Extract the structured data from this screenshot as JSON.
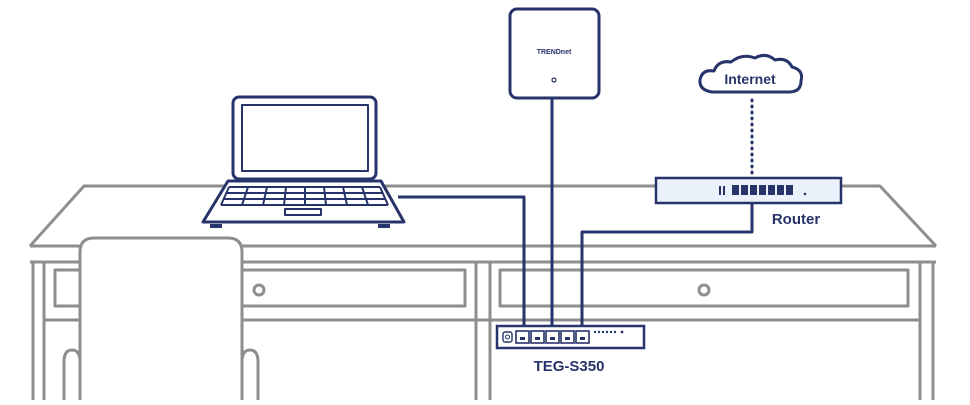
{
  "labels": {
    "internet": "Internet",
    "router": "Router",
    "switch": "TEG-S350",
    "access_point_brand": "TRENDnet"
  },
  "colors": {
    "navy": "#27346b",
    "furniture": "#8e8e8e",
    "router_fill": "#eaf1fb",
    "white": "#ffffff"
  },
  "icons": {
    "cloud": "cloud-icon",
    "laptop": "laptop-icon",
    "access_point": "access-point-icon",
    "router": "router-icon",
    "switch": "switch-icon"
  }
}
